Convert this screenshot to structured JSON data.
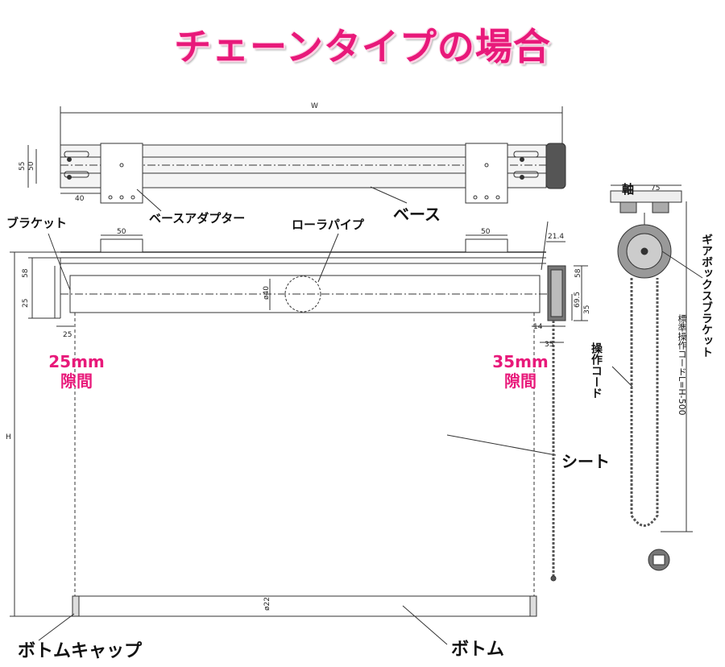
{
  "title": "チェーンタイプの場合",
  "labels": {
    "base_adapter": "ベースアダプター",
    "base": "ベース",
    "bracket": "ブラケット",
    "roller_pipe": "ローラパイプ",
    "sheet": "シート",
    "bottom_cap": "ボトムキャップ",
    "bottom": "ボトム",
    "shaft": "軸",
    "gearbox_bracket": "ギアボックスブラケット",
    "operation_cord": "操作コード",
    "standard_cord": "標準操作コードL=H-500"
  },
  "gaps": {
    "left_value": "25mm",
    "left_text": "隙間",
    "right_value": "35mm",
    "right_text": "隙間"
  },
  "dimensions": {
    "w": "W",
    "h": "H",
    "d55": "55",
    "d50a": "50",
    "d40": "40",
    "d50_left": "50",
    "d50_right": "50",
    "d58_left": "58",
    "d25_left": "25",
    "d25_bottom": "25",
    "d21_4": "21.4",
    "d58_right": "58",
    "d69_5": "69.5",
    "d35_right": "35",
    "d14": "14",
    "d35_bottom": "35",
    "d75": "75",
    "phi40": "ø40",
    "phi22": "ø22"
  }
}
